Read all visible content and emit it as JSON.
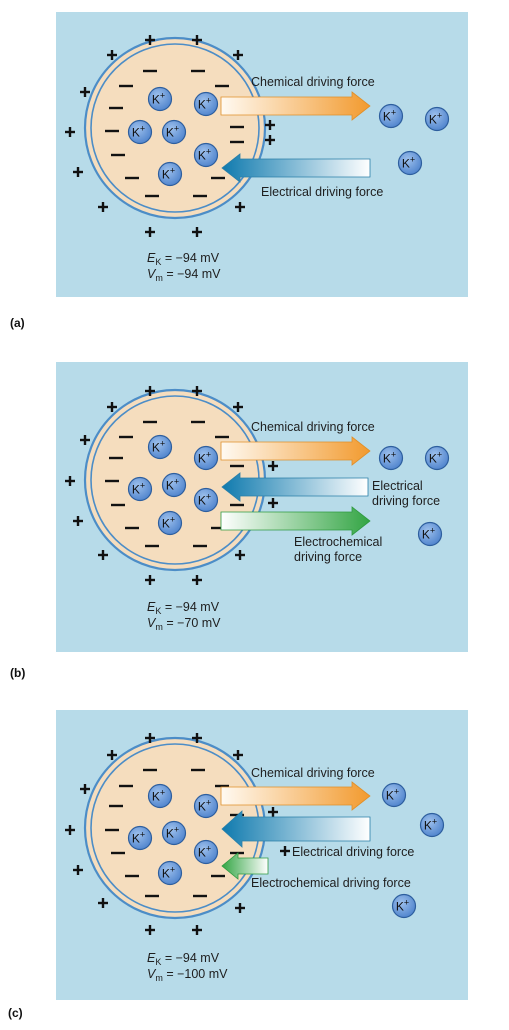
{
  "colors": {
    "background": "#b7dbe9",
    "cell_fill": "#f5ddbe",
    "membrane": "#4c8dc7",
    "ion_fill": "#5b8fd4",
    "chemical_arrow": "#f2a33c",
    "electrical_arrow": "#1d84b5",
    "electrochemical_arrow": "#3bb04d"
  },
  "ion_label": "K",
  "ion_superscript": "+",
  "panels": [
    {
      "label": "(a)",
      "chemical_label": "Chemical driving force",
      "electrical_label": "Electrical driving force",
      "electrochemical_label": "",
      "ek_label": "E",
      "ek_sub": "K",
      "ek_value": " = −94 mV",
      "vm_label": "V",
      "vm_sub": "m",
      "vm_value": " = −94 mV"
    },
    {
      "label": "(b)",
      "chemical_label": "Chemical driving force",
      "electrical_label_line1": "Electrical",
      "electrical_label_line2": "driving force",
      "electrochemical_label_line1": "Electrochemical",
      "electrochemical_label_line2": "driving force",
      "ek_label": "E",
      "ek_sub": "K",
      "ek_value": " = −94 mV",
      "vm_label": "V",
      "vm_sub": "m",
      "vm_value": " = −70 mV"
    },
    {
      "label": "(c)",
      "chemical_label": "Chemical driving force",
      "electrical_label": "Electrical driving force",
      "electrochemical_label": "Electrochemical driving force",
      "ek_label": "E",
      "ek_sub": "K",
      "ek_value": " = −94 mV",
      "vm_label": "V",
      "vm_sub": "m",
      "vm_value": " = −100 mV"
    }
  ]
}
